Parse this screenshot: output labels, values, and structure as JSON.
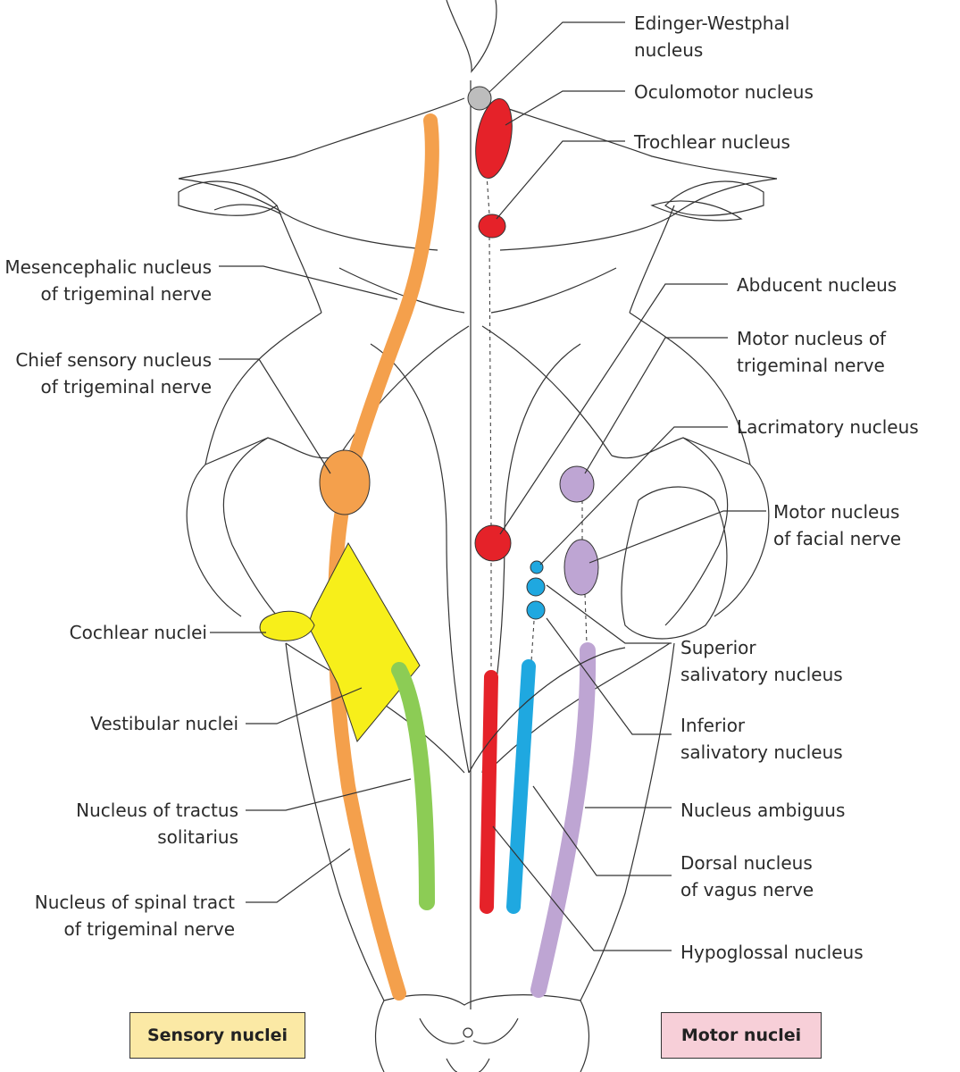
{
  "colors": {
    "sensory_orange": "#f4a04c",
    "vestibular_yellow": "#f7ef1a",
    "solitarius_green": "#8ccc55",
    "motor_red": "#e52229",
    "visceral_blue": "#1fa8e0",
    "branchial_purple": "#bea5d3",
    "edinger_grey": "#bdbdbd",
    "sensory_legend_bg": "#fbe9a5",
    "motor_legend_bg": "#f7cfd8"
  },
  "labels": {
    "edinger_westphal": "Edinger-Westphal\nnucleus",
    "oculomotor": "Oculomotor nucleus",
    "trochlear": "Trochlear nucleus",
    "abducent": "Abducent nucleus",
    "motor_trigeminal": "Motor nucleus of\ntrigeminal nerve",
    "lacrimatory": "Lacrimatory nucleus",
    "motor_facial": "Motor nucleus\nof facial nerve",
    "superior_salivatory": "Superior\nsalivatory nucleus",
    "inferior_salivatory": "Inferior\nsalivatory nucleus",
    "ambiguus": "Nucleus ambiguus",
    "dorsal_vagus": "Dorsal nucleus\nof vagus nerve",
    "hypoglossal": "Hypoglossal nucleus",
    "mesencephalic": "Mesencephalic nucleus\nof trigeminal nerve",
    "chief_sensory": "Chief sensory nucleus\nof trigeminal nerve",
    "cochlear": "Cochlear nuclei",
    "vestibular": "Vestibular nuclei",
    "tractus_solitarius": "Nucleus of tractus\nsolitarius",
    "spinal_tract": "Nucleus of spinal tract\nof trigeminal nerve"
  },
  "legend": {
    "sensory": "Sensory nuclei",
    "motor": "Motor nuclei"
  }
}
